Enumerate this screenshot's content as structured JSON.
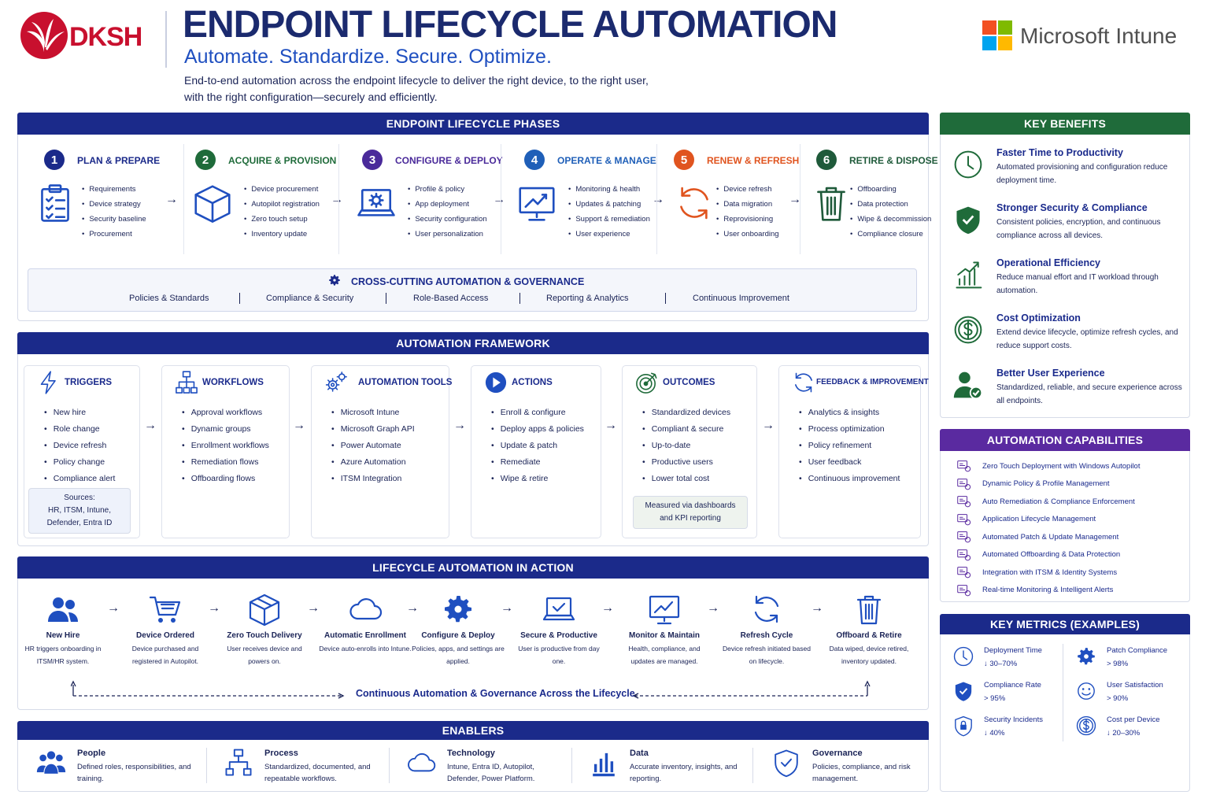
{
  "brand": {
    "name": "DKSH",
    "partner": "Microsoft Intune"
  },
  "header": {
    "title": "ENDPOINT LIFECYCLE AUTOMATION",
    "tagline": "Automate. Standardize. Secure. Optimize.",
    "description_line1": "End-to-end automation across the endpoint lifecycle to deliver the right device, to the right user,",
    "description_line2": "with the right configuration—securely and efficiently."
  },
  "phases": {
    "title": "ENDPOINT LIFECYCLE PHASES",
    "items": [
      {
        "num": "1",
        "title": "PLAN & PREPARE",
        "icon": "clipboard-icon",
        "color": "#1b2a8a",
        "bullets": [
          "Requirements",
          "Device strategy",
          "Security baseline",
          "Procurement"
        ]
      },
      {
        "num": "2",
        "title": "ACQUIRE & PROVISION",
        "icon": "box-icon",
        "color": "#1f6b3a",
        "bullets": [
          "Device procurement",
          "Autopilot registration",
          "Zero touch setup",
          "Inventory update"
        ]
      },
      {
        "num": "3",
        "title": "CONFIGURE & DEPLOY",
        "icon": "laptop-gear-icon",
        "color": "#4a2a9a",
        "bullets": [
          "Profile & policy",
          "App deployment",
          "Security configuration",
          "User personalization"
        ]
      },
      {
        "num": "4",
        "title": "OPERATE & MANAGE",
        "icon": "monitor-chart-icon",
        "color": "#1f5fb8",
        "bullets": [
          "Monitoring & health",
          "Updates & patching",
          "Support & remediation",
          "User experience"
        ]
      },
      {
        "num": "5",
        "title": "RENEW & REFRESH",
        "icon": "refresh-icon",
        "color": "#e0541f",
        "bullets": [
          "Device refresh",
          "Data migration",
          "Reprovisioning",
          "User onboarding"
        ]
      },
      {
        "num": "6",
        "title": "RETIRE & DISPOSE",
        "icon": "trash-icon",
        "color": "#1f5a3a",
        "bullets": [
          "Offboarding",
          "Data protection",
          "Wipe & decommission",
          "Compliance closure"
        ]
      }
    ],
    "governance_title": "CROSS-CUTTING AUTOMATION & GOVERNANCE",
    "governance_items": [
      "Policies & Standards",
      "Compliance & Security",
      "Role-Based Access",
      "Reporting & Analytics",
      "Continuous Improvement"
    ]
  },
  "framework": {
    "title": "AUTOMATION FRAMEWORK",
    "cols": [
      {
        "title": "TRIGGERS",
        "icon": "lightning-icon",
        "items": [
          "New hire",
          "Role change",
          "Device refresh",
          "Policy change",
          "Compliance alert"
        ],
        "note": "Sources:\nHR, ITSM, Intune,\nDefender, Entra ID"
      },
      {
        "title": "WORKFLOWS",
        "icon": "workflow-icon",
        "items": [
          "Approval workflows",
          "Dynamic groups",
          "Enrollment workflows",
          "Remediation flows",
          "Offboarding flows"
        ]
      },
      {
        "title": "AUTOMATION TOOLS",
        "icon": "gears-icon",
        "items": [
          "Microsoft Intune",
          "Microsoft Graph API",
          "Power Automate",
          "Azure Automation",
          "ITSM Integration"
        ]
      },
      {
        "title": "ACTIONS",
        "icon": "play-icon",
        "items": [
          "Enroll & configure",
          "Deploy apps & policies",
          "Update & patch",
          "Remediate",
          "Wipe & retire"
        ]
      },
      {
        "title": "OUTCOMES",
        "icon": "target-icon",
        "items": [
          "Standardized devices",
          "Compliant & secure",
          "Up-to-date",
          "Productive users",
          "Lower total cost"
        ],
        "note": "Measured via dashboards\nand KPI reporting"
      },
      {
        "title": "FEEDBACK & IMPROVEMENT",
        "icon": "cycle-icon",
        "items": [
          "Analytics & insights",
          "Process optimization",
          "Policy refinement",
          "User feedback",
          "Continuous improvement"
        ]
      }
    ]
  },
  "action": {
    "title": "LIFECYCLE AUTOMATION IN ACTION",
    "steps": [
      {
        "title": "New Hire",
        "desc": "HR triggers onboarding in ITSM/HR system.",
        "icon": "users-icon"
      },
      {
        "title": "Device Ordered",
        "desc": "Device purchased and registered in Autopilot.",
        "icon": "cart-icon"
      },
      {
        "title": "Zero Touch Delivery",
        "desc": "User receives device and powers on.",
        "icon": "package-icon"
      },
      {
        "title": "Automatic Enrollment",
        "desc": "Device auto-enrolls into Intune.",
        "icon": "cloud-icon"
      },
      {
        "title": "Configure & Deploy",
        "desc": "Policies, apps, and settings are applied.",
        "icon": "gear-icon"
      },
      {
        "title": "Secure & Productive",
        "desc": "User is productive from day one.",
        "icon": "laptop-check-icon"
      },
      {
        "title": "Monitor & Maintain",
        "desc": "Health, compliance, and updates are managed.",
        "icon": "monitor-icon"
      },
      {
        "title": "Refresh Cycle",
        "desc": "Device refresh initiated based on lifecycle.",
        "icon": "refresh-icon"
      },
      {
        "title": "Offboard & Retire",
        "desc": "Data wiped, device retired, inventory updated.",
        "icon": "trash-icon"
      }
    ],
    "loop_label": "Continuous Automation & Governance Across the Lifecycle"
  },
  "enablers": {
    "title": "ENABLERS",
    "items": [
      {
        "title": "People",
        "desc": "Defined roles, responsibilities, and training.",
        "icon": "people-icon"
      },
      {
        "title": "Process",
        "desc": "Standardized, documented, and repeatable workflows.",
        "icon": "process-icon"
      },
      {
        "title": "Technology",
        "desc": "Intune, Entra ID, Autopilot, Defender, Power Platform.",
        "icon": "cloud-icon"
      },
      {
        "title": "Data",
        "desc": "Accurate inventory, insights, and reporting.",
        "icon": "bar-chart-icon"
      },
      {
        "title": "Governance",
        "desc": "Policies, compliance, and risk management.",
        "icon": "shield-icon"
      }
    ]
  },
  "benefits": {
    "title": "KEY BENEFITS",
    "items": [
      {
        "title": "Faster Time to Productivity",
        "desc": "Automated provisioning and configuration reduce deployment time.",
        "icon": "clock-icon"
      },
      {
        "title": "Stronger Security & Compliance",
        "desc": "Consistent policies, encryption, and continuous compliance across all devices.",
        "icon": "shield-check-icon"
      },
      {
        "title": "Operational Efficiency",
        "desc": "Reduce manual effort and IT workload through automation.",
        "icon": "growth-chart-icon"
      },
      {
        "title": "Cost Optimization",
        "desc": "Extend device lifecycle, optimize refresh cycles, and reduce support costs.",
        "icon": "dollar-icon"
      },
      {
        "title": "Better User Experience",
        "desc": "Standardized, reliable, and secure experience across all endpoints.",
        "icon": "user-check-icon"
      }
    ]
  },
  "capabilities": {
    "title": "AUTOMATION CAPABILITIES",
    "items": [
      "Zero Touch Deployment with Windows Autopilot",
      "Dynamic Policy & Profile Management",
      "Auto Remediation & Compliance Enforcement",
      "Application Lifecycle Management",
      "Automated Patch & Update Management",
      "Automated Offboarding & Data Protection",
      "Integration with ITSM & Identity Systems",
      "Real-time Monitoring & Intelligent Alerts"
    ]
  },
  "metrics": {
    "title": "KEY METRICS (EXAMPLES)",
    "items": [
      {
        "label": "Deployment Time",
        "value": "↓ 30–70%",
        "icon": "clock-icon"
      },
      {
        "label": "Patch Compliance",
        "value": "> 98%",
        "icon": "gear-icon"
      },
      {
        "label": "Compliance Rate",
        "value": "> 95%",
        "icon": "shield-check-icon"
      },
      {
        "label": "User Satisfaction",
        "value": "> 90%",
        "icon": "smiley-icon"
      },
      {
        "label": "Security Incidents",
        "value": "↓ 40%",
        "icon": "shield-lock-icon"
      },
      {
        "label": "Cost per Device",
        "value": "↓ 20–30%",
        "icon": "dollar-icon"
      }
    ]
  },
  "colors": {
    "navy": "#1b2a8a",
    "green": "#1f6b3a",
    "purple": "#5a2aa0",
    "dksh_red": "#c8102e"
  }
}
